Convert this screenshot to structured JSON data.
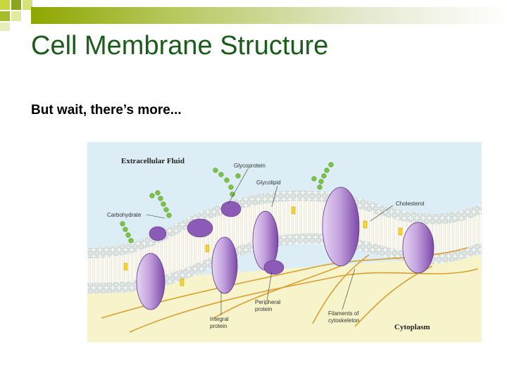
{
  "slide": {
    "title": "Cell Membrane Structure",
    "subtitle": "But wait, there’s more..."
  },
  "colors": {
    "title": "#1a5c1a",
    "accent_bar": "#8fa600",
    "corner_square": "#b3c53a",
    "extracellular": "#d9ecf4",
    "cytoplasm": "#f6f3c8",
    "protein": "#9b6fc0",
    "carbohydrate": "#7cc242",
    "cholesterol": "#f2d23a",
    "cytoskeleton": "#d9a030"
  },
  "figure": {
    "region_top": "Extracellular Fluid",
    "region_bottom": "Cytoplasm",
    "labels": {
      "glycoprotein": "Glycoprotein",
      "glycolipid": "Glycolipid",
      "cholesterol": "Cholesterol",
      "carbohydrate": "Carbohydrate",
      "peripheral_1": "Peripheral",
      "peripheral_2": "protein",
      "filaments_1": "Filaments of",
      "filaments_2": "cytoskeleton",
      "integral_1": "Integral",
      "integral_2": "protein"
    }
  }
}
